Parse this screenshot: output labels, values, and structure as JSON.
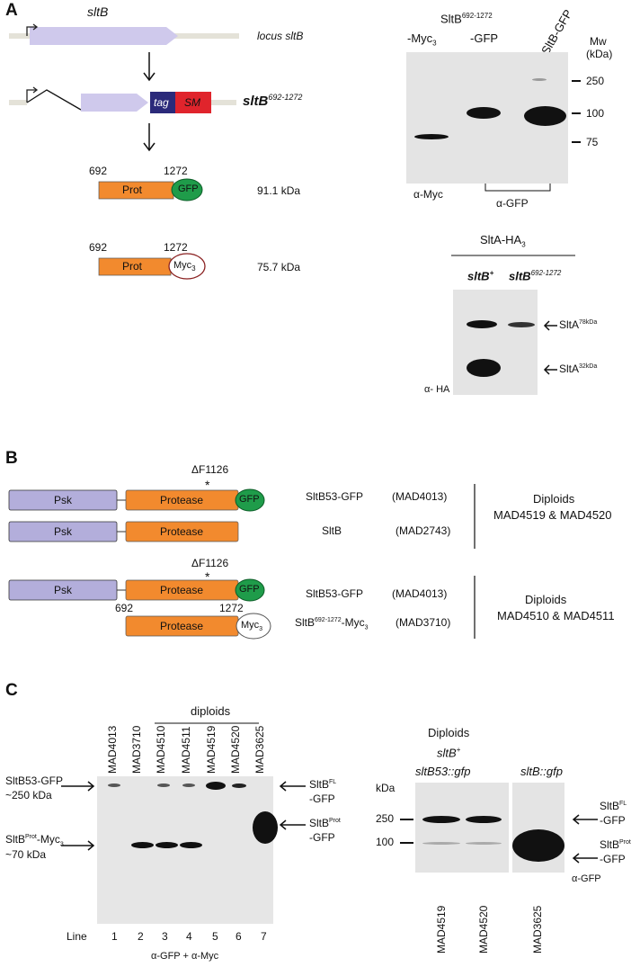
{
  "panels": {
    "a": "A",
    "b": "B",
    "c": "C"
  },
  "panel_a": {
    "gene_label": "sltB",
    "locus_label": "locus sltB",
    "truncated_label": "sltB",
    "truncated_sup": "692-1272",
    "tag_label": "tag",
    "sm_label": "SM",
    "gfp_construct": {
      "start": "692",
      "end": "1272",
      "prot": "Prot",
      "tag": "GFP",
      "mw": "91.1 kDa"
    },
    "myc_construct": {
      "start": "692",
      "end": "1272",
      "prot": "Prot",
      "tag": "Myc",
      "tag_sub": "3",
      "mw": "75.7 kDa"
    },
    "blot1": {
      "header_top": "SltB",
      "header_top_sup": "692-1272",
      "col_myc": "-Myc",
      "col_myc_sub": "3",
      "col_gfp": "-GFP",
      "col_sltb_gfp": "SltB-GFP",
      "mw_title": "Mw",
      "mw_unit": "(kDa)",
      "markers": [
        "250",
        "100",
        "75"
      ],
      "antibody_myc": "α-Myc",
      "antibody_gfp": "α-GFP"
    },
    "blot2": {
      "header": "SltA-HA",
      "header_sub": "3",
      "col_wt": "sltB",
      "col_wt_sup": "+",
      "col_trunc": "sltB",
      "col_trunc_sup": "692-1272",
      "band_top": "SltA",
      "band_top_sup": "78kDa",
      "band_bottom": "SltA",
      "band_bottom_sup": "32kDa",
      "antibody": "α- HA"
    }
  },
  "panel_b": {
    "group1": {
      "mutation": "ΔF1126",
      "star": "*",
      "psk": "Psk",
      "protease": "Protease",
      "gfp": "GFP",
      "row1_name": "SltB53-GFP",
      "row1_strain": "(MAD4013)",
      "row2_name": "SltB",
      "row2_strain": "(MAD2743)",
      "diploid_title": "Diploids",
      "diploid_strains": "MAD4519 & MAD4520"
    },
    "group2": {
      "mutation": "ΔF1126",
      "star": "*",
      "psk": "Psk",
      "protease": "Protease",
      "gfp": "GFP",
      "start": "692",
      "end": "1272",
      "myc": "Myc",
      "myc_sub": "3",
      "row1_name": "SltB53-GFP",
      "row1_strain": "(MAD4013)",
      "row2_name": "SltB",
      "row2_sup": "692-1272",
      "row2_suffix": "-Myc",
      "row2_sub": "3",
      "row2_strain": "(MAD3710)",
      "diploid_title": "Diploids",
      "diploid_strains": "MAD4510 & MAD4511"
    }
  },
  "panel_c": {
    "left": {
      "diploids_label": "diploids",
      "lanes": [
        "MAD4013",
        "MAD3710",
        "MAD4510",
        "MAD4511",
        "MAD4519",
        "MAD4520",
        "MAD3625"
      ],
      "line_label": "Line",
      "line_numbers": [
        "1",
        "2",
        "3",
        "4",
        "5",
        "6",
        "7"
      ],
      "left_top_name": "SltB53-GFP",
      "left_top_mw": "~250 kDa",
      "left_bottom_name": "SltB",
      "left_bottom_sup": "Prot",
      "left_bottom_suffix": "-Myc",
      "left_bottom_sub": "3",
      "left_bottom_mw": "~70 kDa",
      "right_top_name": "SltB",
      "right_top_sup": "FL",
      "right_top_suffix": "-GFP",
      "right_bottom_name": "SltB",
      "right_bottom_sup": "Prot",
      "right_bottom_suffix": "-GFP",
      "antibody": "α-GFP + α-Myc"
    },
    "right": {
      "title": "Diploids",
      "genotype1": "sltB",
      "genotype1_sup": "+",
      "genotype2": "sltB53::gfp",
      "genotype3": "sltB::gfp",
      "kda": "kDa",
      "markers": [
        "250",
        "100"
      ],
      "lanes": [
        "MAD4519",
        "MAD4520",
        "MAD3625"
      ],
      "top_name": "SltB",
      "top_sup": "FL",
      "top_suffix": "-GFP",
      "bottom_name": "SltB",
      "bottom_sup": "Prot",
      "bottom_suffix": "-GFP",
      "antibody": "α-GFP"
    }
  },
  "colors": {
    "orange": "#f28a2e",
    "lavender": "#b3aedb",
    "gfp": "#1f9c4a",
    "navy": "#2b2a7a",
    "red": "#e0242c",
    "blot": "#e3e3e3"
  }
}
